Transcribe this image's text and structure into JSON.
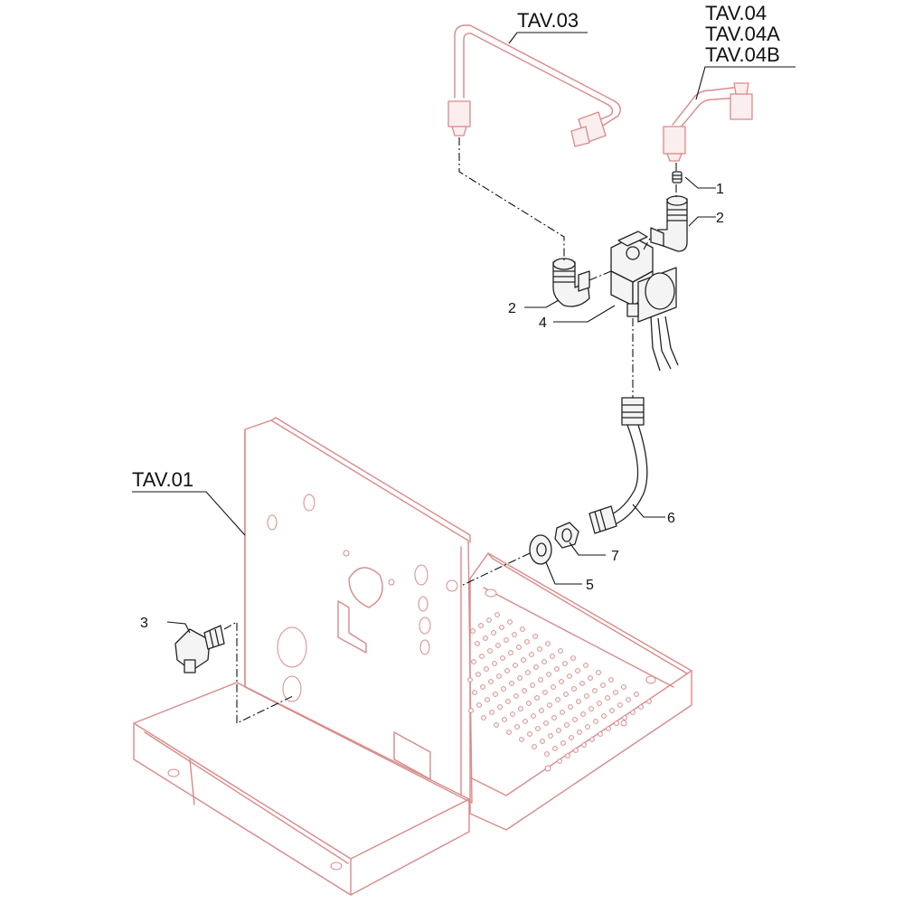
{
  "labels": {
    "tav01": "TAV.01",
    "tav03": "TAV.03",
    "tav04": "TAV.04",
    "tav04a": "TAV.04A",
    "tav04b": "TAV.04B"
  },
  "callouts": {
    "c1": "1",
    "c2_right": "2",
    "c2_left": "2",
    "c3": "3",
    "c4": "4",
    "c5": "5",
    "c6": "6",
    "c7": "7"
  },
  "colors": {
    "reference_parts": "#d98a8a",
    "detail_parts": "#222222"
  }
}
